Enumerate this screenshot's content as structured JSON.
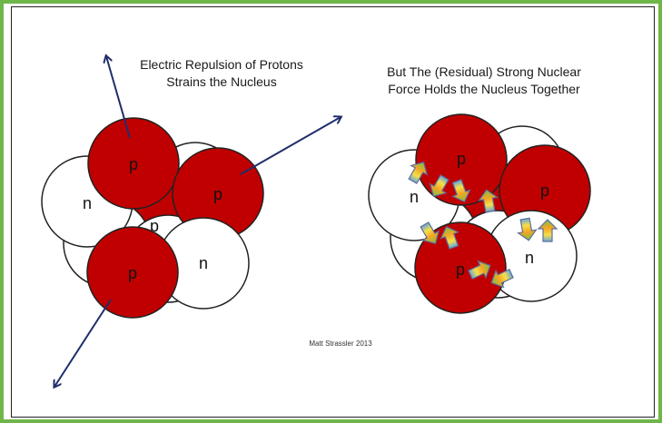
{
  "captions": {
    "left_line1": "Electric Repulsion of Protons",
    "left_line2": "Strains the Nucleus",
    "right_line1": "But The (Residual) Strong Nuclear",
    "right_line2": "Force Holds the Nucleus Together"
  },
  "credit": "Matt Strassler 2013",
  "labels": {
    "proton": "p",
    "neutron": "n"
  },
  "colors": {
    "proton_fill": "#c00000",
    "neutron_fill": "#ffffff",
    "arrow": "#1f2e6b",
    "frame_border": "#6fb64a"
  }
}
